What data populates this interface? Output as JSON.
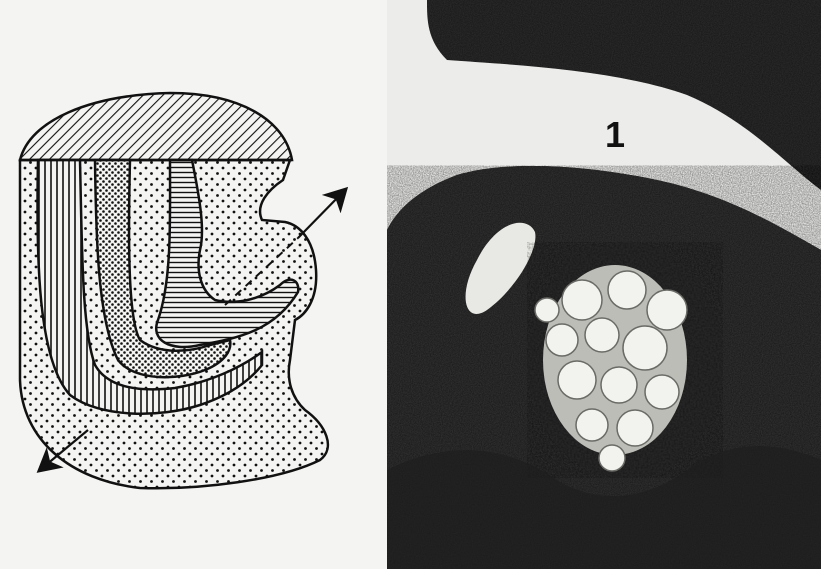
{
  "figure": {
    "left_panel": {
      "name": "schematic-diagram"
    },
    "right_panel": {
      "name": "micrograph",
      "labels": [
        "1"
      ]
    },
    "colors": {
      "paper": "#f4f4f2",
      "ink": "#111111",
      "tissue_dark": "#262626",
      "tissue_light": "#e6e6e2"
    }
  }
}
